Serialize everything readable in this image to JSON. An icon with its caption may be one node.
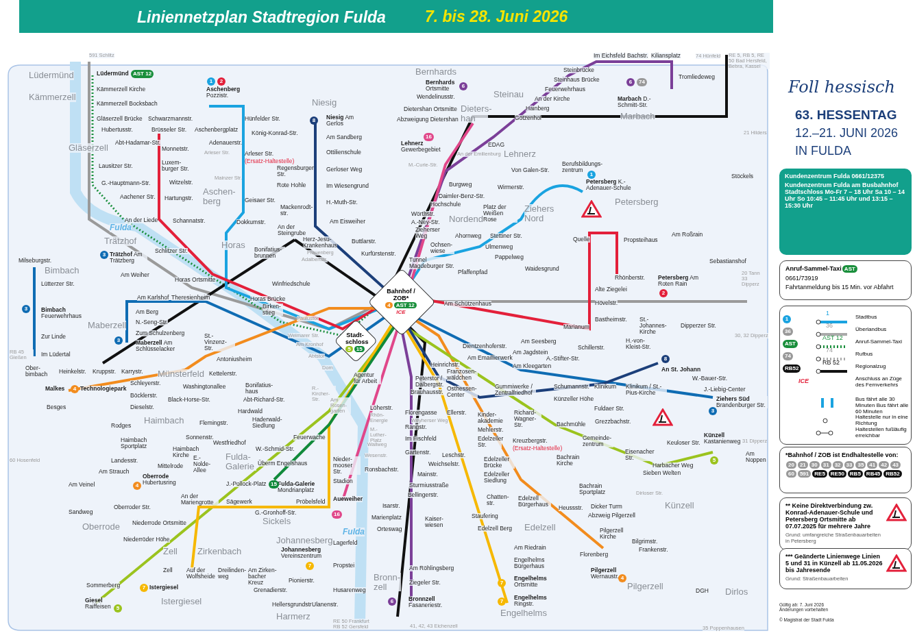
{
  "diagram": {
    "title": "Liniennetzplan Stadtregion Fulda",
    "nodes": [
      {
        "text": [
          "Bahnhof / ZOB*",
          "4",
          "AST 12",
          "ICE"
        ]
      },
      {
        "text": [
          "Stadt-schloss",
          "5",
          "15"
        ]
      },
      {
        "text": [
          "Kundenzentrum Fulda 0661/12375",
          "Kundenzentrum Fulda am Busbahnhof Stadtschloss Mo-Fr 7 – 18 Uhr Sa 10 – 14 Uhr So 10:45 – 11:45 Uhr und 13:15 – 15:30 Uhr"
        ]
      },
      {
        "text": [
          "Anruf-Sammel-Taxi",
          "AST",
          "0661/73919",
          "Fahrtanmeldung bis 15 Min. vor Abfahrt"
        ]
      },
      {
        "text": [
          "*Bahnhof / ZOB ist Endhaltestelle von:",
          "20",
          "21",
          "30",
          "31",
          "32",
          "33",
          "35",
          "41",
          "42",
          "43",
          "60",
          "591",
          "RE5",
          "RE50",
          "RB5",
          "RB45",
          "RB52"
        ]
      },
      {
        "text": [
          "** Keine Direktverbindung zw. Konrad-Adenauer-Schule und Petersberg Ortsmitte ab 07.07.2025 für mehrere Jahre",
          "Grund: umfangreiche Straßenbauarbeiten in Petersberg"
        ]
      },
      {
        "text": [
          "*** Geänderte Linienwege Linien 5 und 31 in Künzell ab 11.05.2026 bis Jahresende",
          "Grund: Straßenbauarbeiten"
        ]
      }
    ],
    "edges": [],
    "labels": [
      "7. bis 28. Juni 2026",
      "Lüdermünd",
      "Kämmerzell",
      "Gläserzell",
      "Trätzhof",
      "Bimbach",
      "Maberzell",
      "Münsterfeld",
      "Haimbach",
      "Oberrode",
      "Zell",
      "Zirkenbach",
      "Istergiesel",
      "Johannesberg",
      "Sickels",
      "Harmerz",
      "Bronn-zell",
      "Engelhelms",
      "Edelzell",
      "Künzell",
      "Pilgerzell",
      "Dirlos",
      "Petersberg",
      "Ziehers Nord",
      "Nordend",
      "Lehnerz",
      "Steinau",
      "Dieters-han",
      "Bernhards",
      "Niesig",
      "Aschen-berg",
      "Horas",
      "Marbach",
      "Fulda-Galerie",
      "Fulda",
      "Fulda",
      "**Lüdermünd**",
      "Kämmerzell Kirche",
      "Kämmerzell Bocksbach",
      "Gläserzell Brücke",
      "Hubertusstr.",
      "Abt-Hadamar-Str.",
      "Lausitzer Str.",
      "G.-Hauptmann-Str.",
      "Aachener Str.",
      "An der Liede",
      "Schwarzmannstr.",
      "Brüsseler Str.",
      "Monnetstr.",
      "Luxem-burger Str.",
      "Witzelstr.",
      "Hartungstr.",
      "Schannatstr.",
      "Schlitzer Str.",
      "**Aschenberg** Pozzistr.",
      "Aschenbergplatz",
      "Adenauerstr.",
      "Arleser Str.",
      "Mainzer Str.",
      "Hünfelder Str.",
      "König-Konrad-Str.",
      "Arleser Str.",
      "(Ersatz-Haltestelle)",
      "Regensburger Str.",
      "Rote Hohle",
      "Geisaer Str.",
      "Mackenrodt-str.",
      "Dokkumstr.",
      "An der Steingrube",
      "Bonifatius-brunnen",
      "Horas Ortsmitte",
      "Horas Brücke",
      "Birken-stieg",
      "Winfriedschule",
      "Herz-Jesu-Krankenhaus",
      "Frauenberg",
      "Adalbertstr.",
      "Buttlarstr.",
      "Kurfürstenstr.",
      "**Niesig** Am Gerlos",
      "Am Sandberg",
      "Ottilienschule",
      "Gerloser Weg",
      "Im Wiesengrund",
      "H.-Muth-Str.",
      "Am Eisweiher",
      "Milseburgstr.",
      "Lütterzer Str.",
      "**Bimbach** Feuerwehrhaus",
      "Zur Linde",
      "Im Lüdertal",
      "RB 45 Gießen",
      "Ober-bimbach",
      "**Trätzhof** Am Trätzberg",
      "Am Weiher",
      "Am Karlshof",
      "Theresienheim",
      "Am Berg",
      "N.-Seng-Str.",
      "Zum Schulzenberg",
      "**Maberzell** Am Schlüsselacker",
      "St.-Vinzenz-Str.",
      "Antoniusheim",
      "Heinkelstr.",
      "Kruppstr.",
      "Karrystr.",
      "**Malkes**",
      "**Technologiepark**",
      "Schleyerstr.",
      "Böcklerstr.",
      "Besges",
      "Dieselstr.",
      "Rodges",
      "Washingtonallee",
      "Kettelerstr.",
      "Black-Horse-Str.",
      "Flemingstr.",
      "Haimbach Sportplatz",
      "Haimbach Kirche",
      "Sonnenstr.",
      "Westfriedhof",
      "E.-Nolde-Allee",
      "Landesstr.",
      "Am Strauch",
      "Mittelrode",
      "**Oberrode** Hubertusring",
      "Am Veinel",
      "Sandweg",
      "Oberroder Str.",
      "An der Mariengrotte",
      "Niederrode Ortsmitte",
      "Niederröder Höhe",
      "Bonifatius-haus",
      "Abt-Richard-Str.",
      "Hardwald",
      "Haderwald-Siedlung",
      "Feuerwache",
      "W.-Schmid-Str.",
      "Überm Engelshaus",
      "J.-Pollock-Platz",
      "**Fulda-Galerie** Mondrianplatz",
      "Sägewerk",
      "Pröbelsfeld",
      "G.-Gronhoff-Str.",
      "Zell",
      "Auf der Wolfsheide",
      "Dreilinden-weg",
      "Am Zirken-bacher Kreuz",
      "**Istergiesel**",
      "Pionierstr.",
      "Grenadierstr.",
      "Hellersgrundstr.",
      "Ulanenstr.",
      "Sommerberg",
      "**Giesel** Raiffeisen",
      "**Johannesberg** Vereinszentrum",
      "Lagerfeld",
      "Propstei",
      "Husarenweg",
      "Nieder-mooser Str.",
      "Stadion",
      "**Aueweiher**",
      "Ronsbachstr.",
      "Löherstr.",
      "Agentur für Arbeit",
      "R.-Kircher-Str.",
      "Am Rosen-garten",
      "Dom",
      "Abtstor",
      "Am Kronhof",
      "Weimarer Str.",
      "Paulustor",
      "Rhön-Energie",
      "M.-Luther-Platz",
      "Wallweg",
      "Wesenstr.",
      "Florengasse",
      "Rangstr.",
      "Im Fischfeld",
      "Gartenstr.",
      "Leschstr.",
      "Weichselstr.",
      "Mainstr.",
      "Sturmiusstraße",
      "Bellingerstr.",
      "Isarstr.",
      "Marienplatz",
      "Orteswag",
      "Kaiser-wiesen",
      "Peterstor / Dalbergstr.",
      "Brauhausstr.",
      "Heinrichstr.",
      "Franzosen-wäldchen",
      "Osthessen-Center",
      "Ellerstr.",
      "Weyherser Weg",
      "Kinder-akademie",
      "Mehlerstr.",
      "Edelzeller Str.",
      "**Lehnerz** Gewerbegebiet",
      "M.-Curie-Str.",
      "An der Emilienburg",
      "Burgweg",
      "Daimler-Benz-Str.",
      "Hochschule",
      "Wörthstr.",
      "A.-Ney-Str.",
      "Zieherser Weg",
      "Tunnel Magdeburger Str.",
      "Ochsen-wiese",
      "Ahornweg",
      "Pfaffenpfad",
      "Ulmenweg",
      "Pappelweg",
      "Waidesgrund",
      "Stettiner Str.",
      "Platz der Weißen Rose",
      "Wirmerstr.",
      "Von Galen-Str.",
      "EDAG",
      "**Bernhards** Ortsmitte",
      "Wendelinusstr.",
      "Dietershan Ortsmitte",
      "Abzweigung Dietershan",
      "Steinbrücke",
      "Steinhaus Brücke",
      "Feuerwehrhaus",
      "An der Kirche",
      "Hainberg",
      "Götzenhof",
      "Im Eichsfeld",
      "Bachstr.",
      "Kiliansplatz",
      "Tromliedeweg",
      "**Marbach** D.-Schmitt-Str.",
      "74 Hünfeld",
      "RE 5, RB 5, RE 50 Bad Hersfeld, Bebra, Kassel",
      "21 Hilders",
      "Stöckels",
      "Berufsbildungs-zentrum",
      "**Petersberg** K.-Adenauer-Schule",
      "Quelle",
      "Propsteihaus",
      "Am Roßrain",
      "Sebastianshof",
      "20 Tann 33 Dipperz",
      "Rhönberstr.",
      "**Petersberg** Am Roten Rain",
      "Alte Ziegelei",
      "Hövelstr.",
      "Bastheimstr.",
      "St.-Johannes-Kirche",
      "Dipperzer Str.",
      "30, 32 Dipperz",
      "Marianum",
      "Am Schützenhaus",
      "Dientzenhoferstr.",
      "Am Seesberg",
      "Am Jagdstein",
      "Am Emaillierwerk",
      "A.-Stifter-Str.",
      "Am Kleegarten",
      "Schillerstr.",
      "H.-von-Kleist-Str.",
      "**An St. Johann**",
      "W.-Bauer-Str.",
      "J.-Liebig-Center",
      "**Ziehers Süd** Brandenburger Str.",
      "Gummiwerke / Zentralfriedhof",
      "Schumannstr.",
      "Klinikum",
      "Klinikum / St.-Pius-Kirche",
      "Künzeller Höhe",
      "Richard-Wagner-Str.",
      "Fuldaer Str.",
      "Grezzbachstr.",
      "Bachmühle",
      "Gemeinde-zentrum",
      "Eisenacher Str.",
      "Keuloser Str.",
      "**Künzell** Kastanienweg",
      "31 Dipperz",
      "Am Noppen",
      "Harbacher Weg",
      "Sieben Welten",
      "Bachrain Kirche",
      "Bachrain Sportplatz",
      "Dirloser Str.",
      "Dicker Turm",
      "Abzweig Pilgerzell",
      "Pilgerzell Kirche",
      "Bilgrimstr.",
      "Frankenstr.",
      "Florenberg",
      "**Pilgerzell** Wernaustr.",
      "DGH",
      "35 Poppenhausen",
      "Kreuzbergstr.",
      "(Ersatz-Haltestelle)",
      "Edelzeller Brücke",
      "Edelzeller Siedlung",
      "Chatten-str.",
      "Edelzell Bürgerhaus",
      "Heussstr.",
      "Staufering",
      "Edelzell Berg",
      "Am Riedrain",
      "Engelhelms Bürgerhaus",
      "**Engelhelms** Ortsmitte",
      "**Engelhelms** Ringstr.",
      "Am Röhlingsberg",
      "Ziegeler Str.",
      "**Bronnzell** Fasaneriestr.",
      "41, 42, 43 Eichenzell",
      "RE 50 Frankfurt RB 52 Gersfeld",
      "60 Hosenfeld",
      "591 Schlitz",
      "AST 12",
      "1",
      "2",
      "8",
      "6",
      "16",
      "6",
      "74",
      "1",
      "2",
      "3",
      "3",
      "3",
      "4",
      "4",
      "15",
      "16",
      "7",
      "7",
      "5",
      "6",
      "7",
      "7",
      "4",
      "5",
      "8",
      "3",
      "Foll hessisch",
      "63. HESSENTAG",
      "12.–21. JUNI 2026",
      "IN FULDA",
      "1",
      "1",
      "36",
      "36",
      "AST",
      "AST 12",
      "74",
      "74",
      "RB52",
      "RB 52",
      "ICE",
      "Gültig ab: 7. Juni 2026 Änderungen vorbehalten",
      "© Magistrat der Stadt Fulda"
    ],
    "legend": [
      {
        "text": "Stadtbus"
      },
      {
        "text": "Überlandbus"
      },
      {
        "text": "Anruf-Sammel-Taxi"
      },
      {
        "text": "Rufbus"
      },
      {
        "text": "Regionalzug"
      },
      {
        "text": "Anschluss an Züge des Fernverkehrs"
      },
      {
        "text": "Bus fährt alle 30 Minuten Bus fährt alle 60 Minuten"
      },
      {
        "text": "Haltestelle nur in eine Richtung"
      },
      {
        "text": "Haltestellen fußläufig erreichbar"
      }
    ]
  }
}
